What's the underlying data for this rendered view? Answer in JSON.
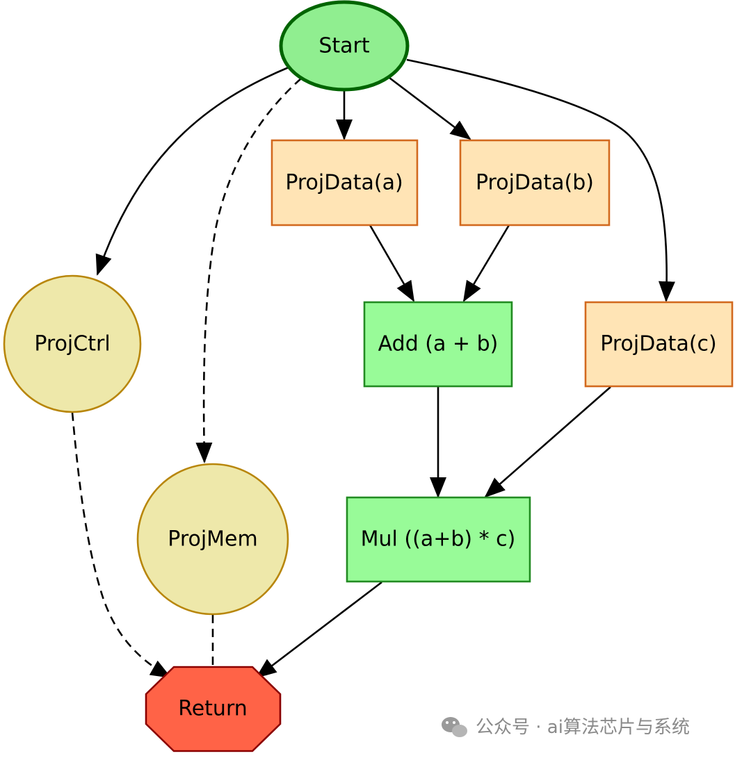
{
  "nodes": {
    "start": {
      "label": "Start",
      "shape": "ellipse",
      "fill": "#90ee90",
      "stroke": "#006400"
    },
    "projdata_a": {
      "label": "ProjData(a)",
      "shape": "box",
      "fill": "#ffe4b5",
      "stroke": "#d2691e"
    },
    "projdata_b": {
      "label": "ProjData(b)",
      "shape": "box",
      "fill": "#ffe4b5",
      "stroke": "#d2691e"
    },
    "projdata_c": {
      "label": "ProjData(c)",
      "shape": "box",
      "fill": "#ffe4b5",
      "stroke": "#d2691e"
    },
    "add": {
      "label": "Add (a + b)",
      "shape": "box",
      "fill": "#98fb98",
      "stroke": "#228b22"
    },
    "mul": {
      "label": "Mul ((a+b) * c)",
      "shape": "box",
      "fill": "#98fb98",
      "stroke": "#228b22"
    },
    "projctrl": {
      "label": "ProjCtrl",
      "shape": "circle",
      "fill": "#eee8aa",
      "stroke": "#b8860b"
    },
    "projmem": {
      "label": "ProjMem",
      "shape": "circle",
      "fill": "#eee8aa",
      "stroke": "#b8860b"
    },
    "return": {
      "label": "Return",
      "shape": "octagon",
      "fill": "#ff6347",
      "stroke": "#8b0000"
    }
  },
  "edges": [
    {
      "from": "start",
      "to": "projdata_a",
      "style": "solid"
    },
    {
      "from": "start",
      "to": "projdata_b",
      "style": "solid"
    },
    {
      "from": "start",
      "to": "projdata_c",
      "style": "solid"
    },
    {
      "from": "start",
      "to": "projctrl",
      "style": "solid"
    },
    {
      "from": "start",
      "to": "projmem",
      "style": "dashed"
    },
    {
      "from": "projdata_a",
      "to": "add",
      "style": "solid"
    },
    {
      "from": "projdata_b",
      "to": "add",
      "style": "solid"
    },
    {
      "from": "add",
      "to": "mul",
      "style": "solid"
    },
    {
      "from": "projdata_c",
      "to": "mul",
      "style": "solid"
    },
    {
      "from": "mul",
      "to": "return",
      "style": "solid"
    },
    {
      "from": "projctrl",
      "to": "return",
      "style": "dashed"
    },
    {
      "from": "projmem",
      "to": "return",
      "style": "dashed"
    }
  ],
  "watermark": {
    "text": "公众号 · ai算法芯片与系统",
    "icon": "wechat-icon"
  }
}
